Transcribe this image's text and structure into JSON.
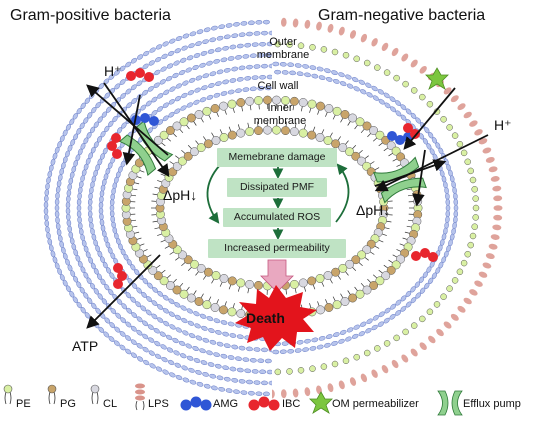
{
  "titles": {
    "gram_positive": "Gram-positive bacteria",
    "gram_negative": "Gram-negative bacteria"
  },
  "structure_labels": {
    "outer_membrane": [
      "Outer",
      "membrane"
    ],
    "cell_wall": "Cell wall",
    "inner_membrane": [
      "Inner",
      "membrane"
    ]
  },
  "ions": {
    "proton_left": "H⁺",
    "proton_right": "H⁺"
  },
  "delta_ph": "ΔpH↓",
  "atp": "ATP",
  "cascade": [
    "Memebrane damage",
    "Dissipated PMF",
    "Accumulated ROS",
    "Increased permeability"
  ],
  "outcome": "Death",
  "legend": [
    {
      "key": "pe",
      "label": "PE",
      "icon": "pe-lipid-icon"
    },
    {
      "key": "pg",
      "label": "PG",
      "icon": "pg-lipid-icon"
    },
    {
      "key": "cl",
      "label": "CL",
      "icon": "cl-lipid-icon"
    },
    {
      "key": "lps",
      "label": "LPS",
      "icon": "lps-icon"
    },
    {
      "key": "amg",
      "label": "AMG",
      "icon": "amg-molecule-icon"
    },
    {
      "key": "ibc",
      "label": "IBC",
      "icon": "ibc-molecule-icon"
    },
    {
      "key": "omp",
      "label": "OM permeabilizer",
      "icon": "om-permeabilizer-icon"
    },
    {
      "key": "eff",
      "label": "Efflux pump",
      "icon": "efflux-pump-icon"
    }
  ],
  "colors": {
    "pe": "#d9f0a3",
    "pg": "#c8a46a",
    "cl": "#d8d8e0",
    "pg_layer": "#b7c4ec",
    "lps": "#d9938a",
    "amg": "#2f56d6",
    "ibc": "#e8262e",
    "omp": "#7cc63f",
    "pump": "#8fd08e",
    "box": "#bfe3c4",
    "arrow_green": "#1d6e3a",
    "death": "#e3141c"
  }
}
